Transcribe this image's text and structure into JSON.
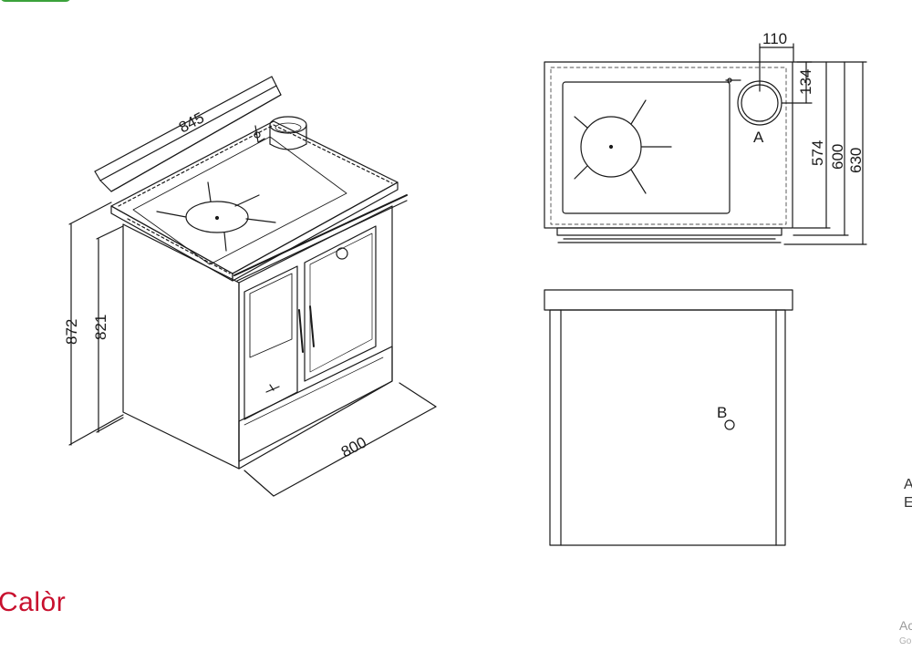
{
  "brand": {
    "name": "Calòr",
    "color": "#c8102e",
    "badge_color": "#3aa23a"
  },
  "dimensions": {
    "width_top": "845",
    "width_front": "800",
    "height_total": "872",
    "height_top": "821",
    "flue_offset_x": "110",
    "flue_offset_y": "134",
    "depth_574": "574",
    "depth_600": "600",
    "depth_630": "630"
  },
  "labels": {
    "flue_a": "A",
    "flue_b": "B"
  },
  "legend": {
    "a": "A",
    "b": "E"
  },
  "corner": {
    "line1": "Ac",
    "line2": "Go"
  }
}
